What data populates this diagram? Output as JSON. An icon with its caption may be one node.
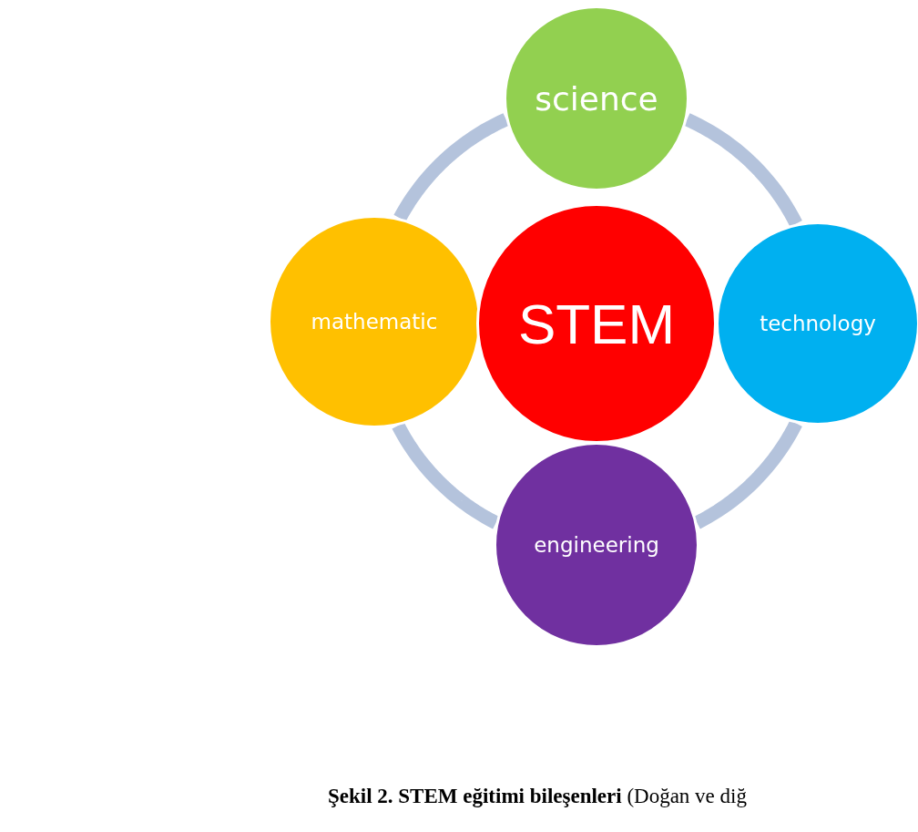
{
  "diagram": {
    "caption": "**Şekil 2.  STEM eğitimi bileşenleri** (Doğan ve diğ",
    "nodes": [
      {
        "text": [
          "science"
        ]
      },
      {
        "text": [
          "mathematic"
        ]
      },
      {
        "text": [
          "STEM"
        ]
      },
      {
        "text": [
          "technology"
        ]
      },
      {
        "text": [
          "engineering"
        ]
      }
    ],
    "edges": [
      {
        "from": 0,
        "to": 3,
        "arrow": "none"
      },
      {
        "from": 3,
        "to": 4,
        "arrow": "none"
      },
      {
        "from": 4,
        "to": 1,
        "arrow": "none"
      },
      {
        "from": 1,
        "to": 0,
        "arrow": "none"
      }
    ]
  }
}
